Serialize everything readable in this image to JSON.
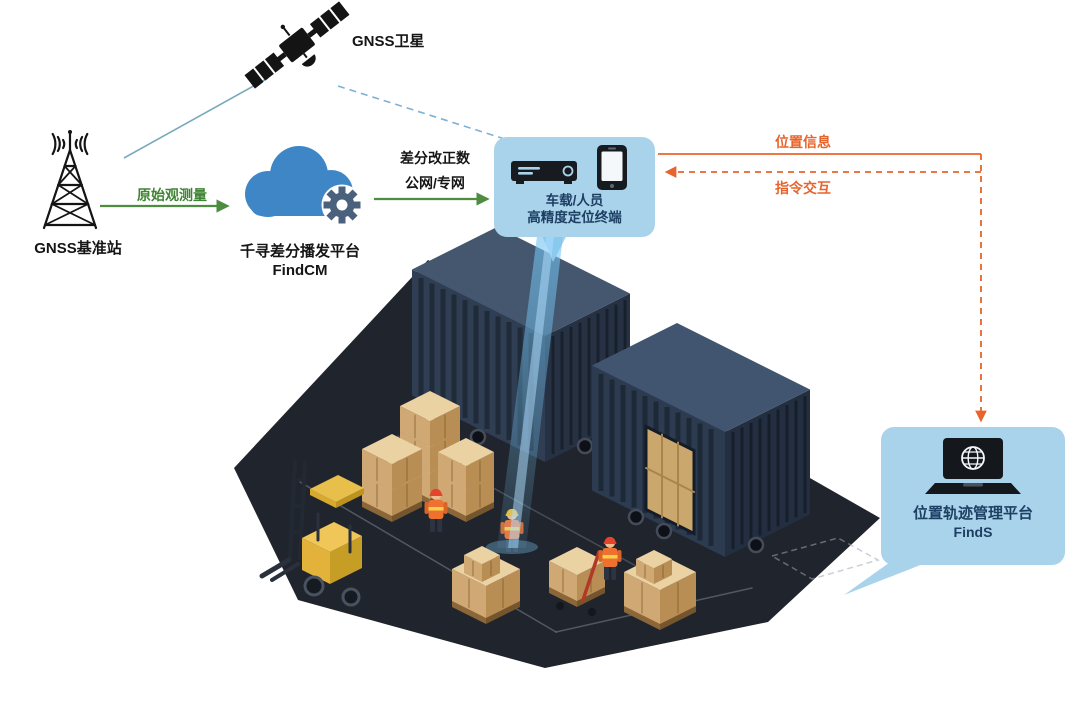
{
  "diagram": {
    "satellite_label": "GNSS卫星",
    "base_station_label": "GNSS基准站",
    "cloud_name": "千寻差分播发平台",
    "cloud_product": "FindCM",
    "link_raw_observation": "原始观测量",
    "link_correction_line1": "差分改正数",
    "link_correction_line2": "公网/专网",
    "terminal_line1": "车载/人员",
    "terminal_line2": "高精度定位终端",
    "link_location_info": "位置信息",
    "link_command": "指令交互",
    "platform_name": "位置轨迹管理平台",
    "platform_product": "FindS"
  },
  "colors": {
    "arrow-green": "#4e8c3f",
    "label-green": "#3f8433",
    "arrow-orange": "#e8642c",
    "label-orange": "#e8642c",
    "panel-blue": "#a9d3ea",
    "panel-text": "#1d3f63",
    "cloud-blue": "#3e86c6",
    "line-blue": "#7aa9bd",
    "dash-blue": "#7fb0d4",
    "beam-blue": "#74c3f0"
  }
}
